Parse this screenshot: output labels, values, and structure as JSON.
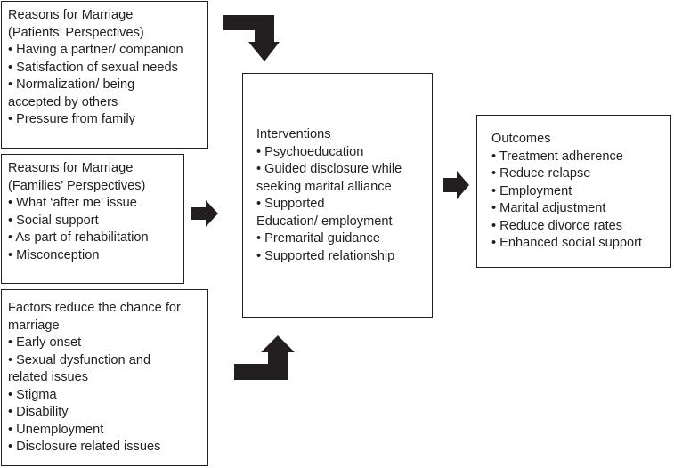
{
  "patients": {
    "title": "Reasons for Marriage\n(Patients’ Perspectives)",
    "items": [
      "• Having a partner/ companion",
      "• Satisfaction of sexual needs",
      "• Normalization/ being\n   accepted by others",
      "• Pressure from family"
    ]
  },
  "families": {
    "title": "Reasons for Marriage\n(Families’ Perspectives)",
    "items": [
      "• What ‘after me’ issue",
      "• Social support",
      "• As part of rehabilitation",
      "• Misconception"
    ]
  },
  "factors": {
    "title": "Factors reduce the chance for\nmarriage",
    "items": [
      "• Early onset",
      "• Sexual dysfunction and\n   related issues",
      "• Stigma",
      "• Disability",
      "• Unemployment",
      "• Disclosure related issues"
    ]
  },
  "interventions": {
    "title": "Interventions",
    "items": [
      "• Psychoeducation",
      "• Guided disclosure while\n   seeking marital alliance",
      "• Supported\n   Education/ employment",
      "• Premarital guidance",
      "• Supported relationship"
    ]
  },
  "outcomes": {
    "title": "Outcomes",
    "items": [
      "• Treatment adherence",
      "• Reduce relapse",
      "• Employment",
      "• Marital adjustment",
      "• Reduce divorce rates",
      "• Enhanced social support"
    ]
  },
  "colors": {
    "ink": "#231f20",
    "background": "#ffffff"
  },
  "icons": [
    "bent-arrow-down-icon",
    "arrow-right-icon",
    "bent-arrow-up-icon"
  ]
}
